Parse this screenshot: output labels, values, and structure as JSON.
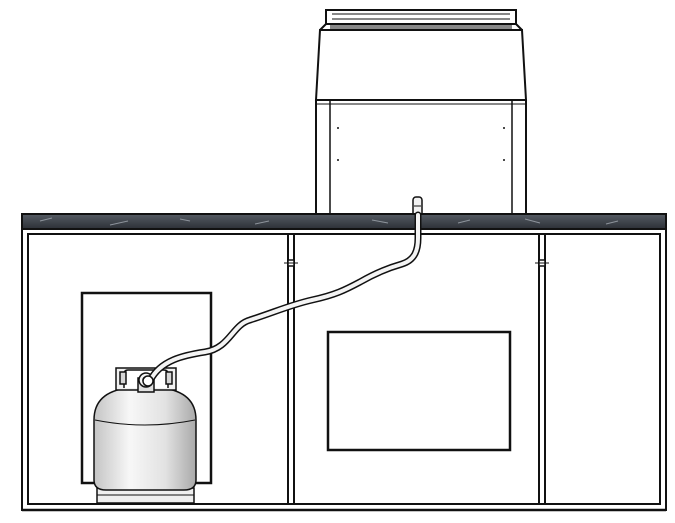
{
  "figure": {
    "kind": "line-drawing",
    "components": [
      "grill-head",
      "countertop",
      "island-cabinet",
      "propane-tank",
      "gas-hose",
      "tank-enclosure",
      "access-door"
    ]
  },
  "colors": {
    "line": "#111111",
    "background": "#ffffff",
    "countertop": "#3c4148",
    "tank_fill": "#ececec",
    "tank_shade": "#bdbdbd",
    "hose_fill": "#f4f4f4"
  }
}
